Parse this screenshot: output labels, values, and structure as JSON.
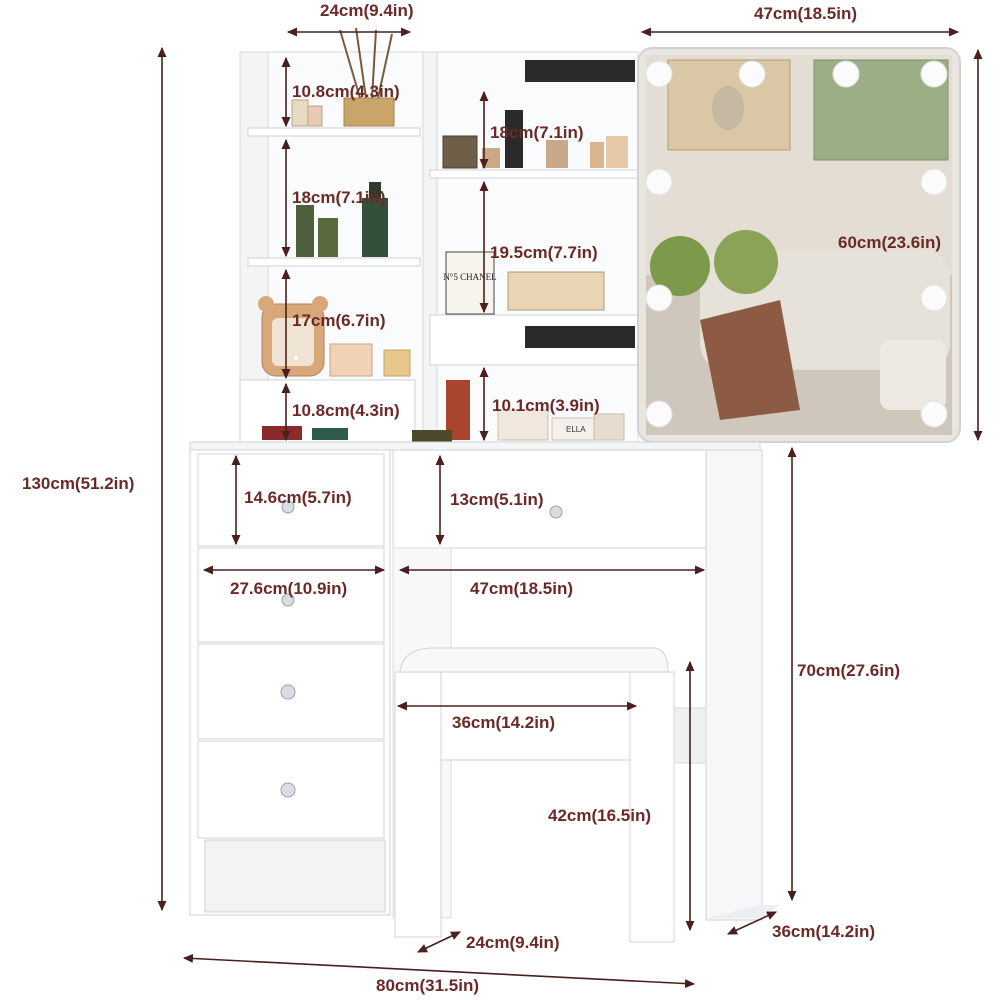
{
  "colors": {
    "dimension_text": "#6b2a28",
    "dimension_line": "#4a1f1e",
    "furniture": "#ffffff",
    "furniture_shade": "#eef0f2",
    "outline": "#d3d6da",
    "mirror_bulb": "#fbfbfb"
  },
  "dimensions": {
    "top_left_width": "24cm(9.4in)",
    "mirror_width": "47cm(18.5in)",
    "shelf_top_left": "10.8cm(4.3in)",
    "shelf_mid_right_top": "18cm(7.1in)",
    "shelf_mid_left": "18cm(7.1in)",
    "shelf_mid_right_mid": "19.5cm(7.7in)",
    "mirror_height": "60cm(23.6in)",
    "shelf_lower_left": "17cm(6.7in)",
    "shelf_bottom_left": "10.8cm(4.3in)",
    "shelf_bottom_right": "10.1cm(3.9in)",
    "total_height": "130cm(51.2in)",
    "drawer_left_height": "14.6cm(5.7in)",
    "drawer_center_height": "13cm(5.1in)",
    "drawer_left_width": "27.6cm(10.9in)",
    "knee_width": "47cm(18.5in)",
    "table_height": "70cm(27.6in)",
    "stool_width": "36cm(14.2in)",
    "stool_height": "42cm(16.5in)",
    "stool_depth": "24cm(9.4in)",
    "table_depth": "36cm(14.2in)",
    "total_width": "80cm(31.5in)"
  },
  "labels": {
    "perfume_box_text": "N°5 CHANEL",
    "book_text": "ELLA"
  }
}
